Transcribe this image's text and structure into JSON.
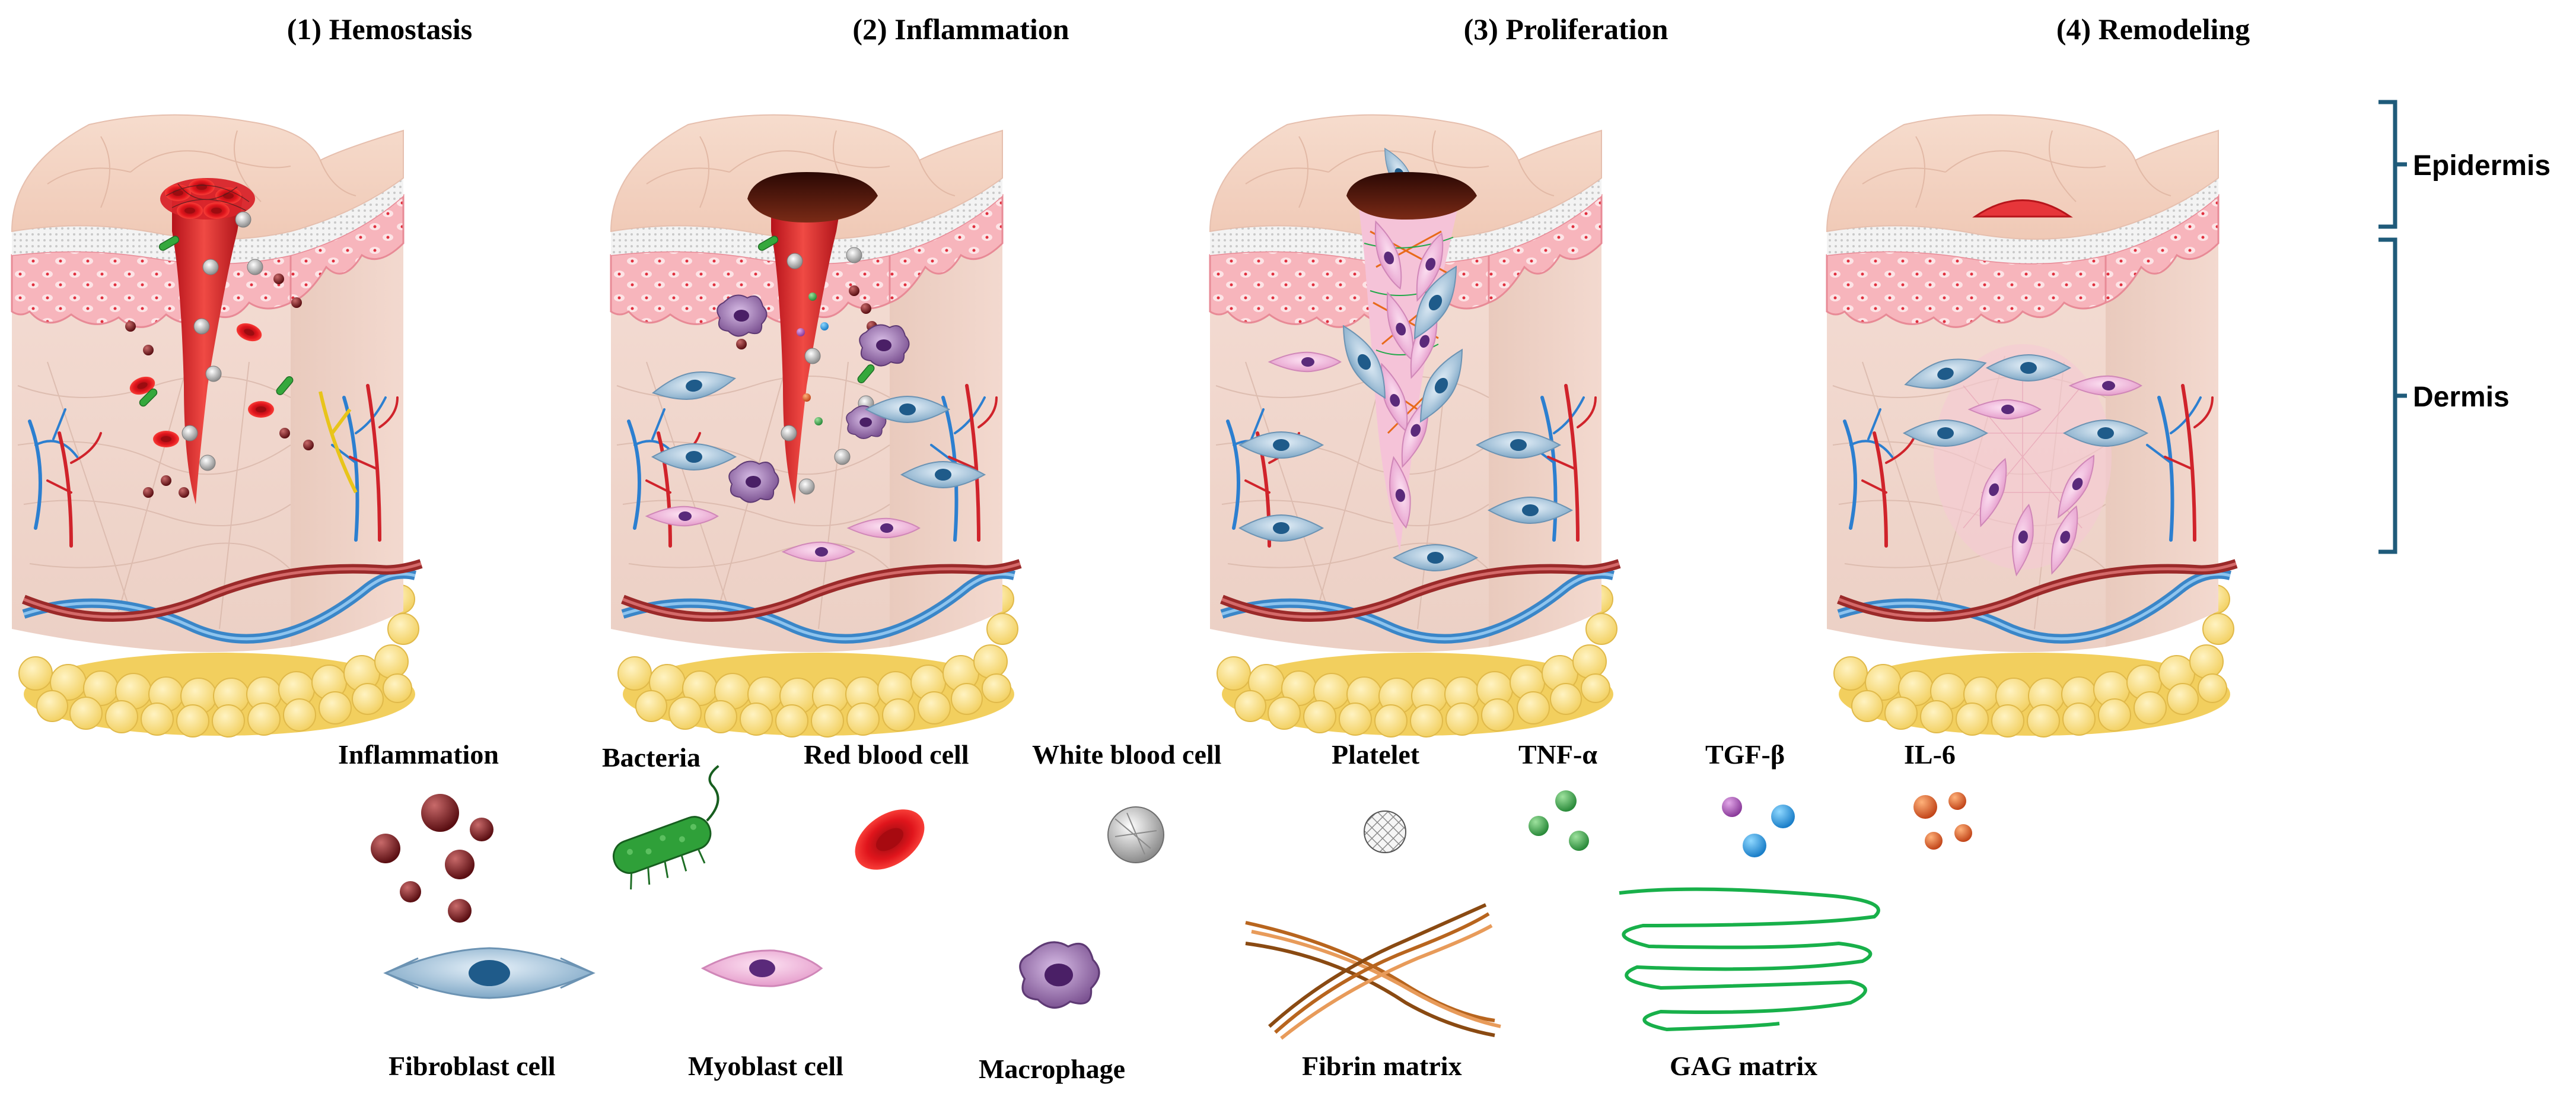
{
  "stages": [
    {
      "title": "(1) Hemostasis"
    },
    {
      "title": "(2) Inflammation"
    },
    {
      "title": "(3) Proliferation"
    },
    {
      "title": "(4) Remodeling"
    }
  ],
  "layers": {
    "epidermis": "Epidermis",
    "dermis": "Dermis"
  },
  "legend": {
    "inflammation": "Inflammation",
    "bacteria": "Bacteria",
    "red_blood_cell": "Red blood cell",
    "white_blood_cell": "White blood cell",
    "platelet": "Platelet",
    "tnf": "TNF-α",
    "tgf": "TGF-β",
    "il6": "IL-6",
    "fibroblast": "Fibroblast cell",
    "myoblast": "Myoblast cell",
    "macrophage": "Macrophage",
    "fibrin": "Fibrin matrix",
    "gag": "GAG matrix"
  },
  "colors": {
    "skin_top": "#f3d3c3",
    "dermis": "#f1d8cf",
    "epidermis_pink": "#f6a3ad",
    "blood_red": "#d81d22",
    "fat_yellow": "#fbe08c",
    "vein_blue": "#3a86c8",
    "artery_red": "#a83232",
    "scab_brown": "#5a1a10",
    "fibroblast_blue": "#a9c9e3",
    "myoblast_pink": "#f2b9dc",
    "macrophage_purple": "#9a72b0",
    "gag_green": "#18b04a",
    "bracket_teal": "#1f5b7a"
  }
}
